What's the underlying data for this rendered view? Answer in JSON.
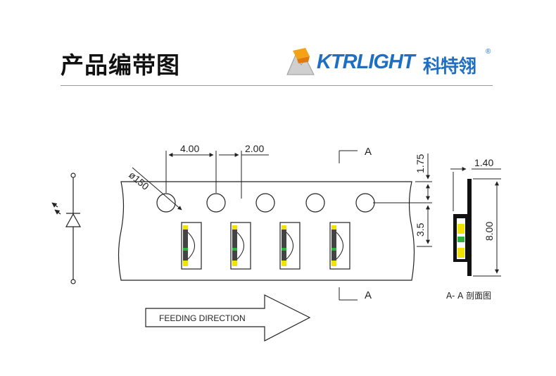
{
  "header": {
    "title": "产品编带图"
  },
  "logo": {
    "latin": "KTRLIGHT",
    "chinese": "科特翎",
    "registered": "®"
  },
  "dimensions": {
    "pitch": "4.00",
    "half_pitch": "2.00",
    "hole_diameter": "ø150",
    "edge_to_hole": "1.75",
    "hole_to_center": "3.5",
    "tape_width": "8.00",
    "thickness": "1.40"
  },
  "section": {
    "mark_top": "A",
    "mark_bottom": "A",
    "caption": "A- A 剖面图"
  },
  "feeding": {
    "label": "FEEDING DIRECTION"
  },
  "colors": {
    "line": "#222222",
    "tape_fill": "#ffffff",
    "led_yellow": "#f2e200",
    "led_green": "#2eaf3a",
    "logo_blue": "#1e6fc4"
  }
}
